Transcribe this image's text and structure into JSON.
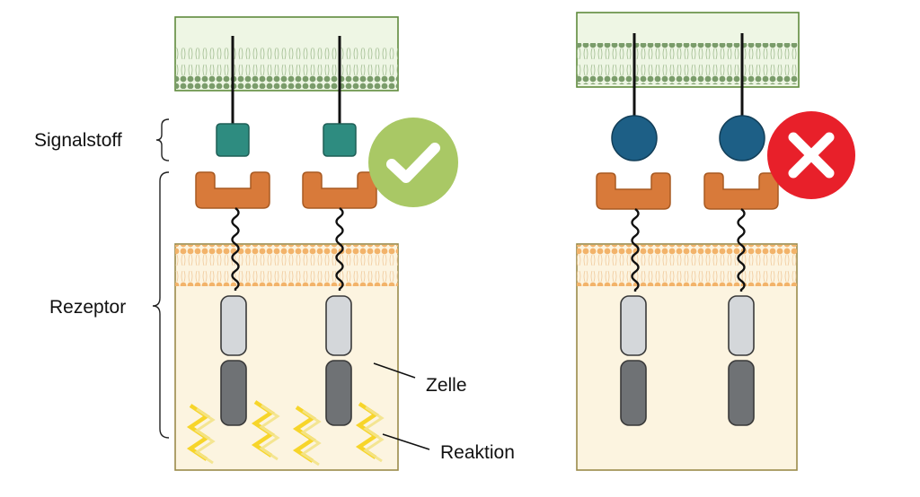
{
  "labels": {
    "signal": "Signalstoff",
    "receptor": "Rezeptor",
    "cell": "Zelle",
    "reaction": "Reaktion"
  },
  "panels": [
    {
      "name": "matching",
      "result": "correct",
      "result_icon": "checkmark-icon"
    },
    {
      "name": "non-matching",
      "result": "incorrect",
      "result_icon": "cross-icon"
    }
  ],
  "colors": {
    "membrane_green": "#eef6e4",
    "membrane_green_border": "#5f8a3c",
    "lipid_green": "#7a9c6a",
    "cell_fill": "#fcf4e0",
    "cell_border": "#9a8a4a",
    "lipid_orange": "#f2b36a",
    "receptor_orange": "#d87a3a",
    "signal_square": "#2e8c80",
    "signal_circle": "#1d5f86",
    "domain_light": "#d4d7da",
    "domain_dark": "#6f7275",
    "reaction_yellow": "#f7d52a",
    "check_green": "#a9c865",
    "cross_red": "#e8202a"
  }
}
